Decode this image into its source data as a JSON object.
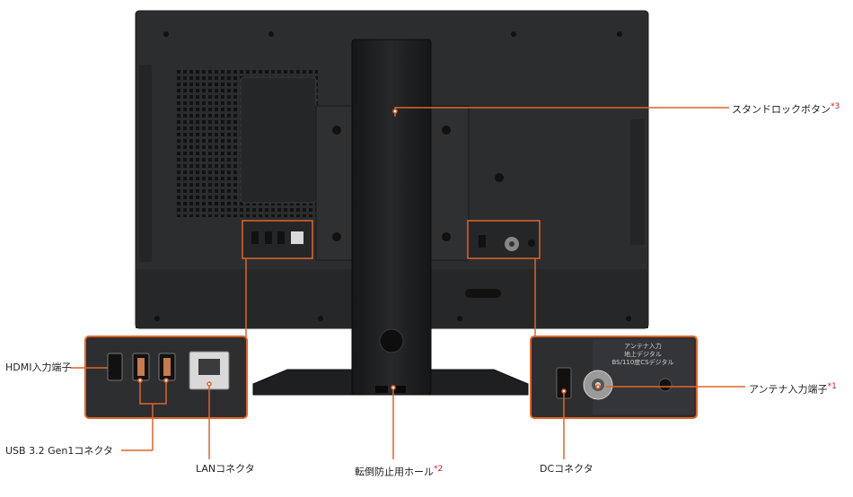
{
  "labels": {
    "stand_lock": {
      "text": "スタンドロックボタン",
      "note": "*3"
    },
    "hdmi": {
      "text": "HDMI入力端子"
    },
    "usb": {
      "text": "USB 3.2 Gen1コネクタ"
    },
    "lan": {
      "text": "LANコネクタ"
    },
    "fall_hole": {
      "text": "転倒防止用ホール",
      "note": "*2"
    },
    "dc": {
      "text": "DCコネクタ"
    },
    "antenna": {
      "text": "アンテナ入力端子",
      "note": "*1"
    }
  },
  "antenna_panel": {
    "line1": "アンテナ入力",
    "line2": "地上デジタル",
    "line3": "BS/110度CSデジタル"
  },
  "colors": {
    "callout": "#e0642a",
    "note": "#d8161d",
    "monitor_body": "#2b2c2e",
    "stand": "#1c1d1f"
  }
}
